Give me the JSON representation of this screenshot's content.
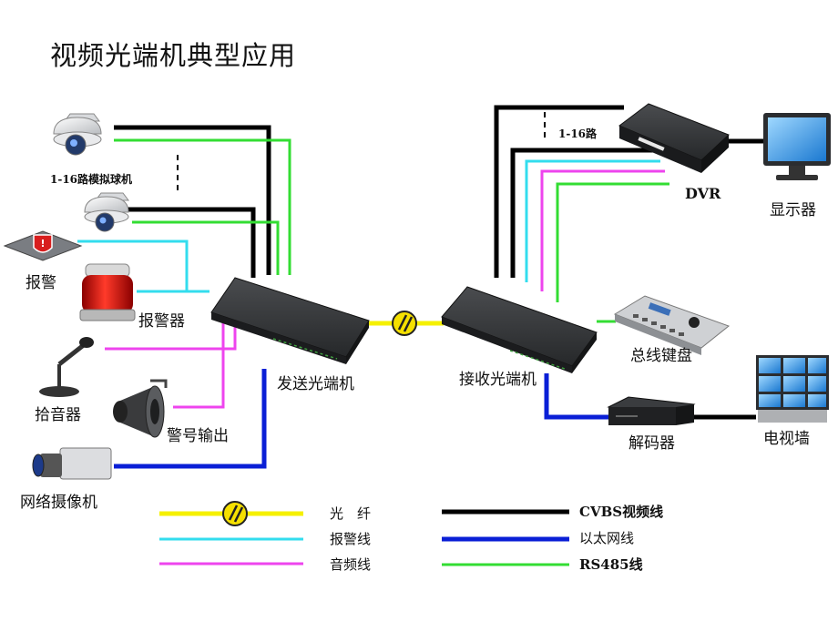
{
  "title": "视频光端机典型应用",
  "colors": {
    "fiber": "#f5f000",
    "cvbs": "#000000",
    "alarm": "#33ddee",
    "ethernet": "#0a1fd6",
    "audio": "#ee44ee",
    "rs485": "#33dd33",
    "device": "#2b2d2f"
  },
  "devices": {
    "dome_cameras": "1-16路模拟球机",
    "alarm": "报警",
    "alarm_siren": "报警器",
    "microphone": "拾音器",
    "horn": "警号输出",
    "network_camera": "网络摄像机",
    "transmitter": "发送光端机",
    "receiver": "接收光端机",
    "dvr": "DVR",
    "dvr_channels": "1-16路",
    "monitor": "显示器",
    "keyboard": "总线键盘",
    "decoder": "解码器",
    "video_wall": "电视墙"
  },
  "legend": {
    "fiber": "光　纤",
    "alarm": "报警线",
    "audio": "音频线",
    "cvbs": "CVBS视频线",
    "ethernet": "以太网线",
    "rs485": "RS485线"
  },
  "icons": {
    "fiber_joint": "fiber-splice-icon",
    "dome": "dome-camera-icon",
    "alarm": "warning-shield-icon",
    "siren": "siren-icon",
    "mic": "microphone-icon",
    "horn": "horn-icon",
    "ipcam": "box-camera-icon",
    "dvr": "dvr-icon",
    "monitor": "monitor-icon",
    "keyboard": "keyboard-icon",
    "decoder": "decoder-icon",
    "wall": "video-wall-icon"
  }
}
